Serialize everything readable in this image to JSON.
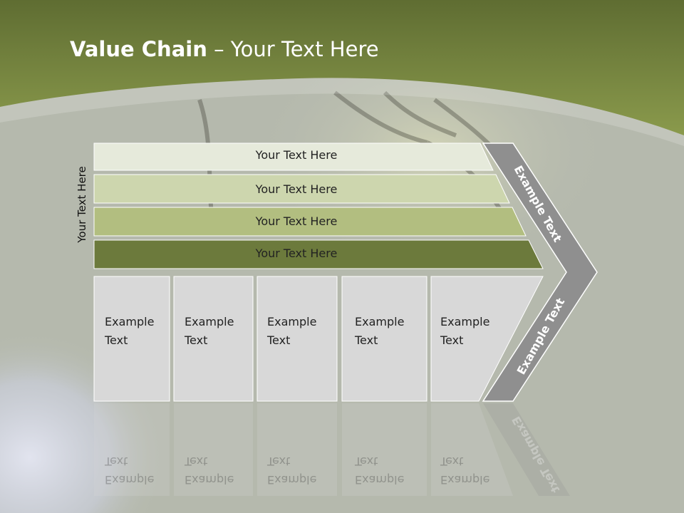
{
  "title": {
    "bold": "Value Chain",
    "rest": " – Your Text Here"
  },
  "side_label": "Your Text Here",
  "bars": [
    {
      "label": "Your Text Here"
    },
    {
      "label": "Your Text Here"
    },
    {
      "label": "Your Text Here"
    },
    {
      "label": "Your Text Here"
    }
  ],
  "boxes": [
    {
      "line1": "Example",
      "line2": "Text"
    },
    {
      "line1": "Example",
      "line2": "Text"
    },
    {
      "line1": "Example",
      "line2": "Text"
    },
    {
      "line1": "Example",
      "line2": "Text"
    },
    {
      "line1": "Example",
      "line2": "Text"
    }
  ],
  "chevron": {
    "top_label": "Example Text",
    "bottom_label": "Example Text"
  },
  "colors": {
    "header_green": "#7a8a44",
    "bar_1": "#e6eadb",
    "bar_2": "#cdd6ae",
    "bar_3": "#b2be80",
    "bar_4": "#6c7a3c",
    "box_fill": "#d8d8d8",
    "chevron_fill": "#8f8f8f"
  }
}
